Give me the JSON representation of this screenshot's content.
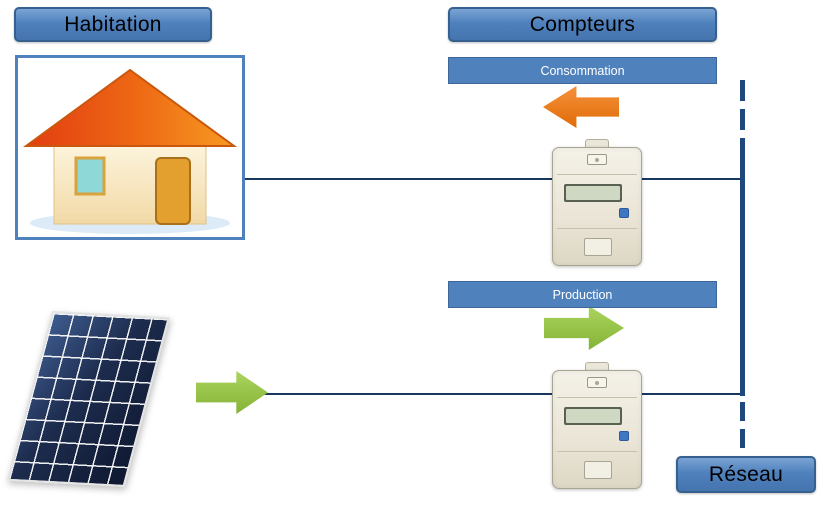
{
  "labels": {
    "habitation": "Habitation",
    "compteurs": "Compteurs",
    "consommation": "Consommation",
    "production": "Production",
    "reseau": "Réseau"
  },
  "icons": {
    "house_icon": "house-illustration",
    "solar_panel_icon": "solar-panel-illustration",
    "consumption_meter_icon": "electric-meter-illustration",
    "production_meter_icon": "electric-meter-illustration",
    "consumption_arrow_icon": "orange block arrow pointing left ◀",
    "production_arrow_icon": "green block arrow pointing right ▶",
    "panel_output_arrow_icon": "green block arrow pointing right ▶"
  },
  "colors": {
    "label_blue": "#4f81bd",
    "label_border_blue": "#36618f",
    "arrow_orange": "#e8720c",
    "arrow_green": "#94c13d",
    "connection_line": "#17375e",
    "network_line": "#1f497d"
  }
}
